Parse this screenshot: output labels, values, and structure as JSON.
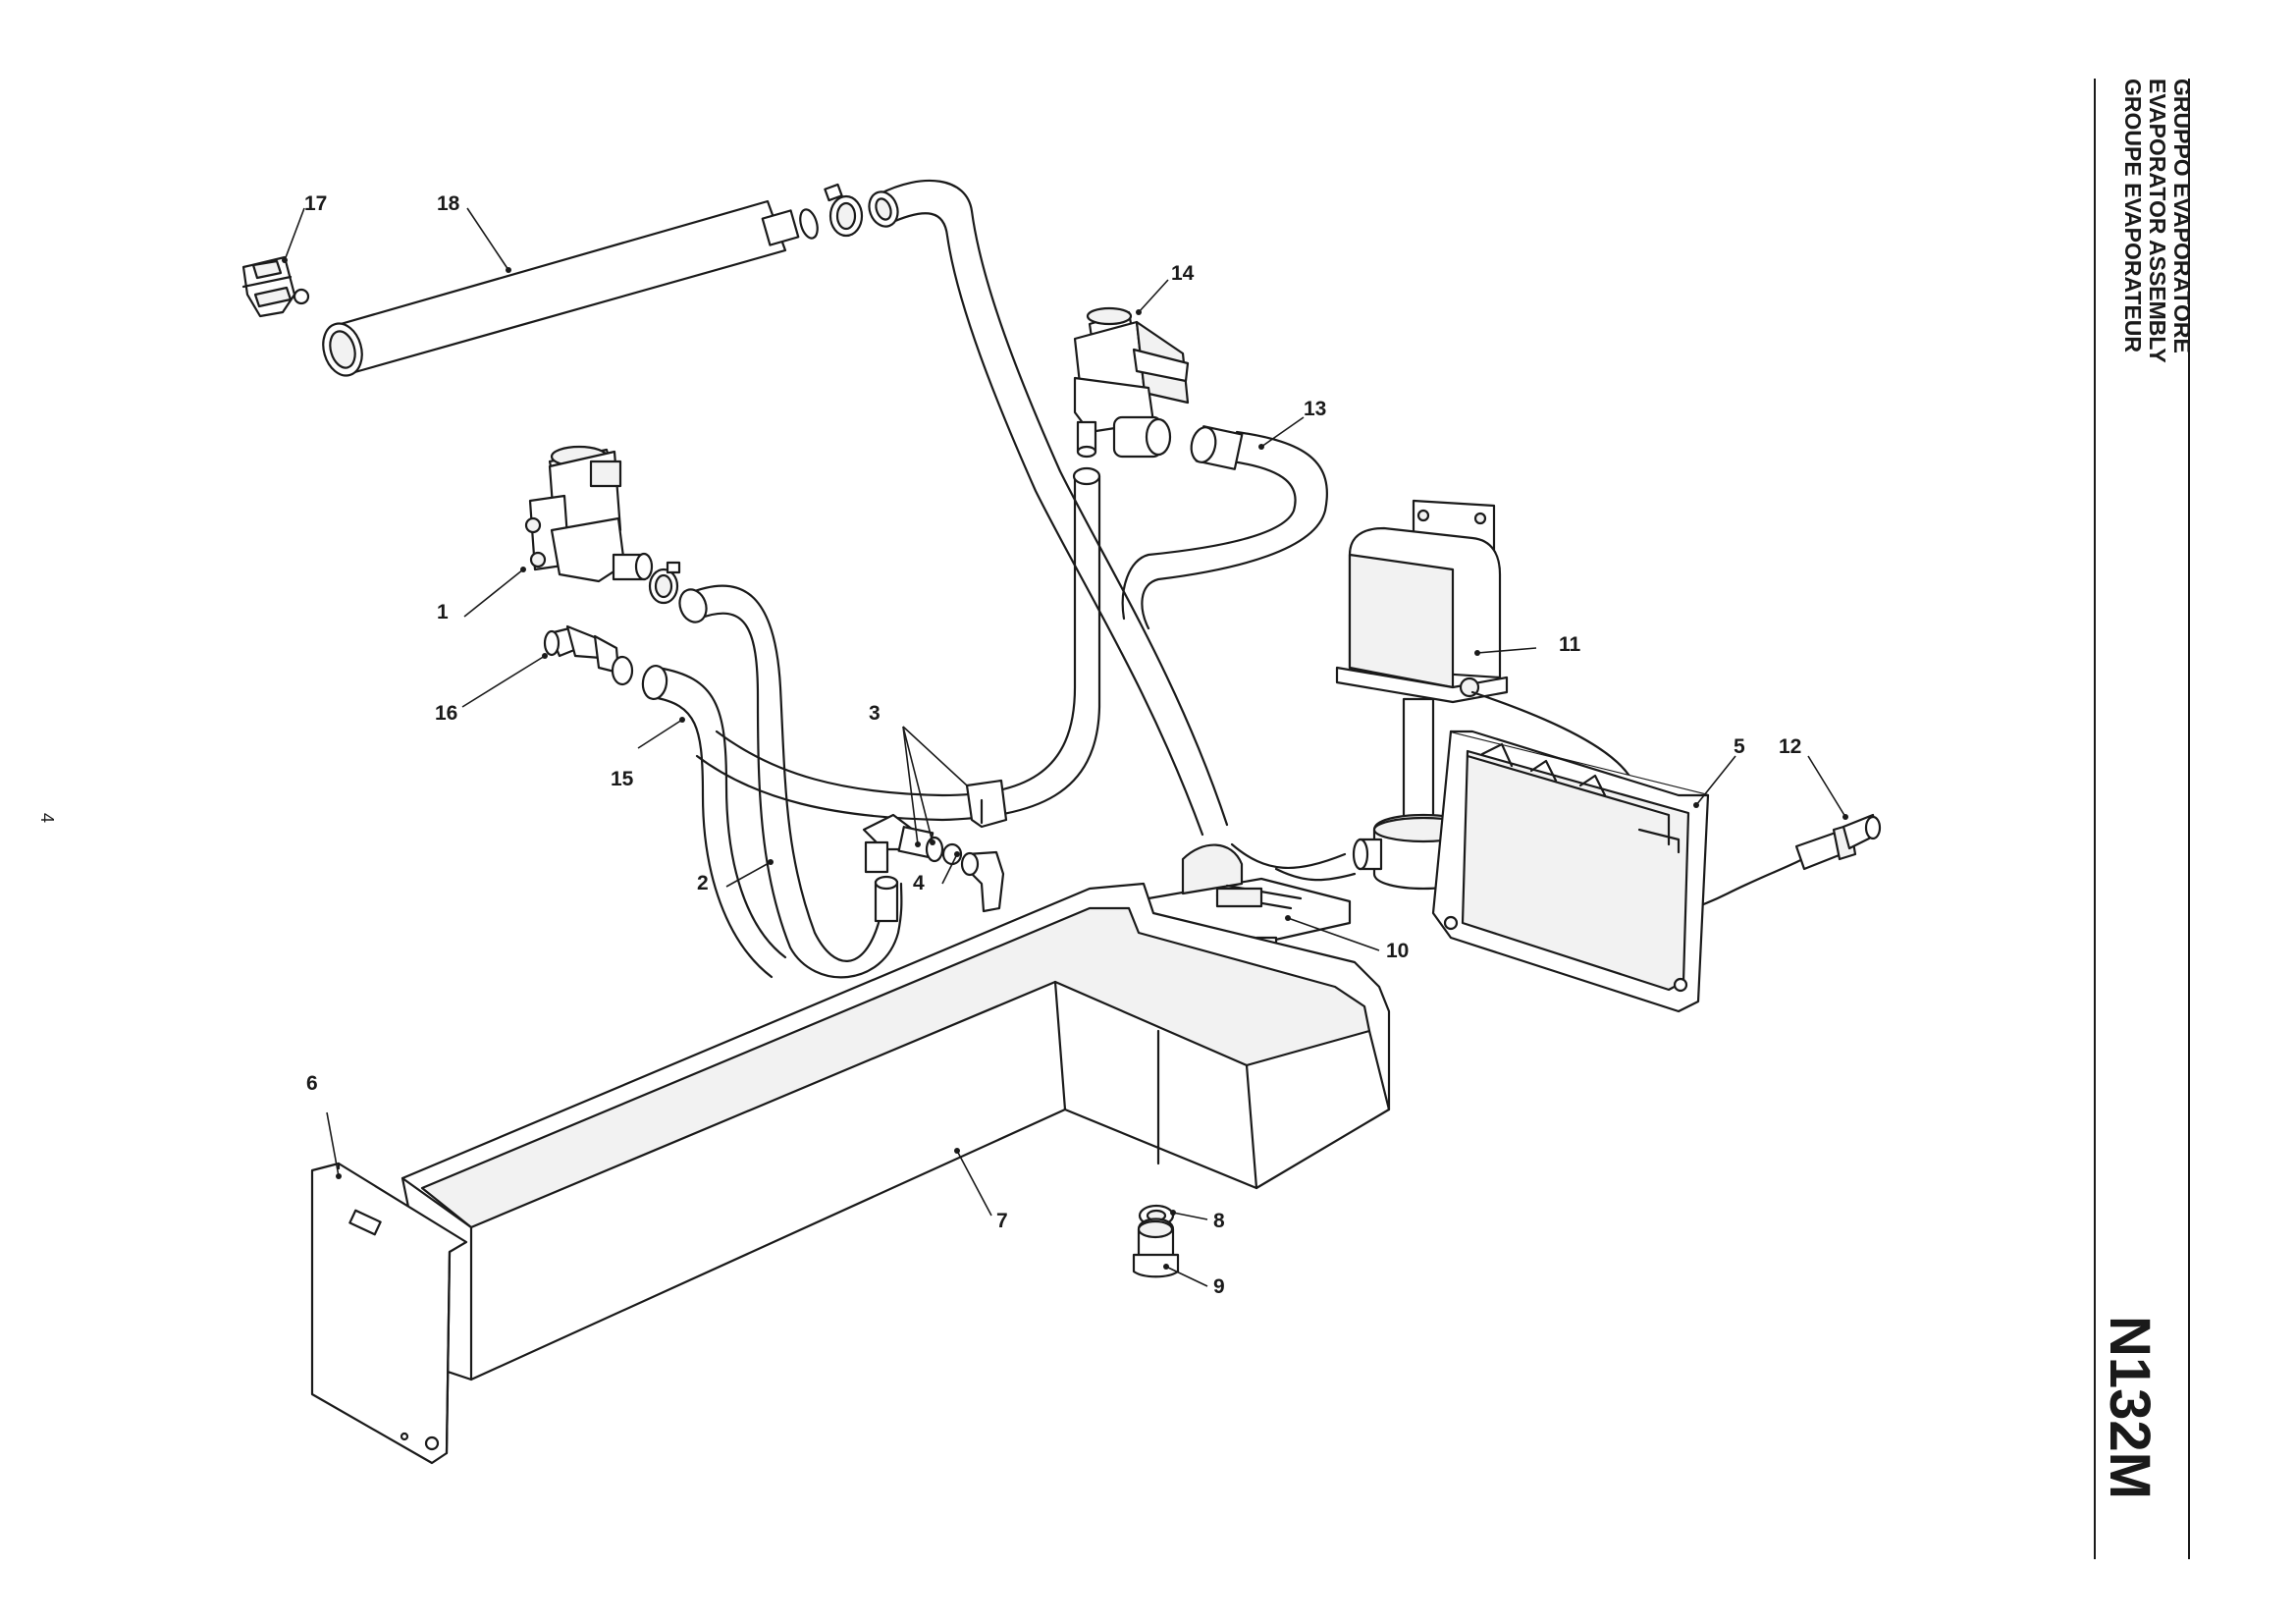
{
  "sidebar": {
    "titles": [
      "GRUPPO EVAPORATORE",
      "EVAPORATOR ASSEMBLY",
      "GROUPE EVAPORATEUR"
    ],
    "model_code": "N132M"
  },
  "page_number": "4",
  "callouts": {
    "c1": "1",
    "c2": "2",
    "c3": "3",
    "c4": "4",
    "c5": "5",
    "c6": "6",
    "c7": "7",
    "c8": "8",
    "c9": "9",
    "c10": "10",
    "c11": "11",
    "c12": "12",
    "c13": "13",
    "c14": "14",
    "c15": "15",
    "c16": "16",
    "c17": "17",
    "c18": "18"
  }
}
